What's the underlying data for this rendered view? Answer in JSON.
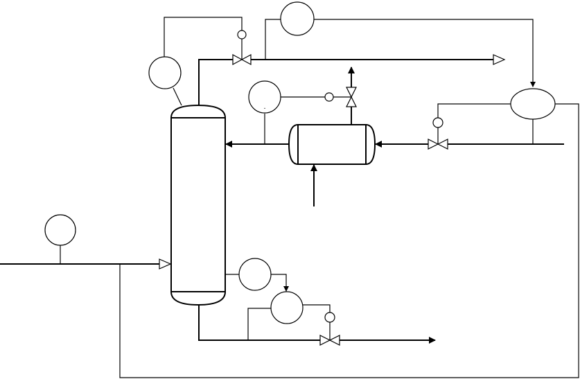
{
  "diagram": {
    "type": "process-flow-diagram",
    "instruments": [
      {
        "id": "i1",
        "label": ""
      },
      {
        "id": "i2",
        "label": ""
      },
      {
        "id": "i3",
        "label": "."
      },
      {
        "id": "i4",
        "label": ""
      },
      {
        "id": "i5",
        "label": ""
      },
      {
        "id": "i6",
        "label": ""
      },
      {
        "id": "i7",
        "label": ""
      }
    ]
  }
}
